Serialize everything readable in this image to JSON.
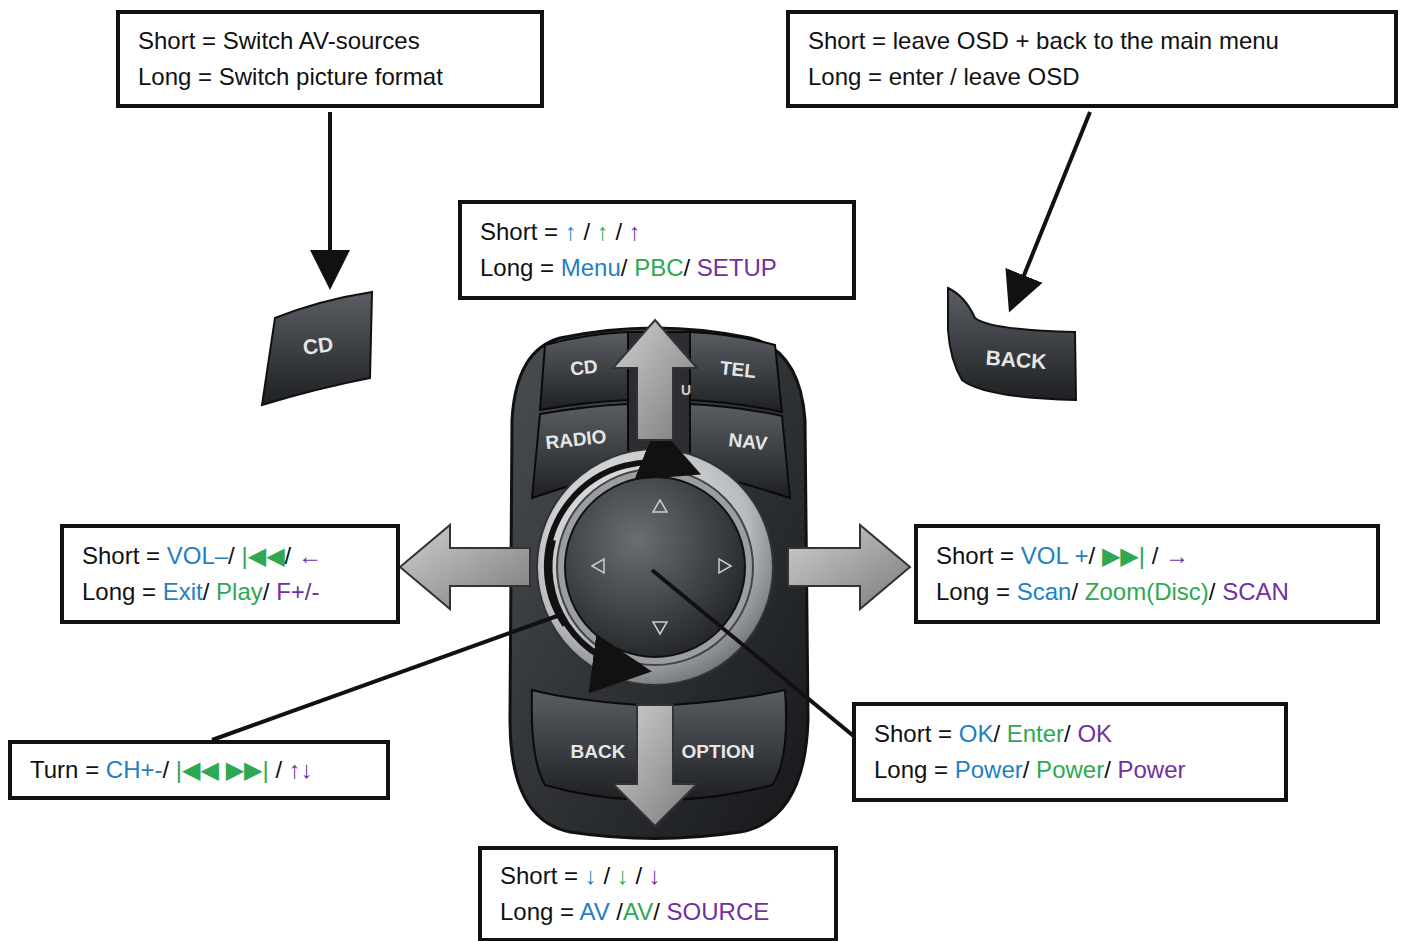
{
  "diagram": {
    "nodes": [
      {
        "text": [
          "Short = Switch AV-sources",
          "Long = Switch picture format"
        ]
      },
      {
        "text": [
          "Short = leave OSD + back to the main menu",
          "Long = enter / leave OSD"
        ]
      },
      {
        "text": [
          "Short = ↑ / ↑ / ↑",
          "Long = Menu/ PBC/ SETUP"
        ]
      },
      {
        "text": [
          "Short = VOL–/ |◀◀/ ←",
          "Long = Exit/ Play/ F+/-"
        ]
      },
      {
        "text": [
          "Short = VOL +/ ▶▶| / →",
          "Long = Scan/ Zoom(Disc)/ SCAN"
        ]
      },
      {
        "text": [
          "Turn = CH+-/ |◀◀ ▶▶| / ↑↓"
        ]
      },
      {
        "text": [
          "Short = OK/ Enter/ OK",
          "Long = Power/ Power/ Power"
        ]
      },
      {
        "text": [
          "Short = ↓ / ↓ / ↓",
          "Long = AV /AV/ SOURCE"
        ]
      }
    ],
    "labels": [
      "CD",
      "BACK",
      "CD",
      "TEL",
      "RADIO",
      "NAV",
      "BACK",
      "OPTION",
      "U"
    ]
  }
}
